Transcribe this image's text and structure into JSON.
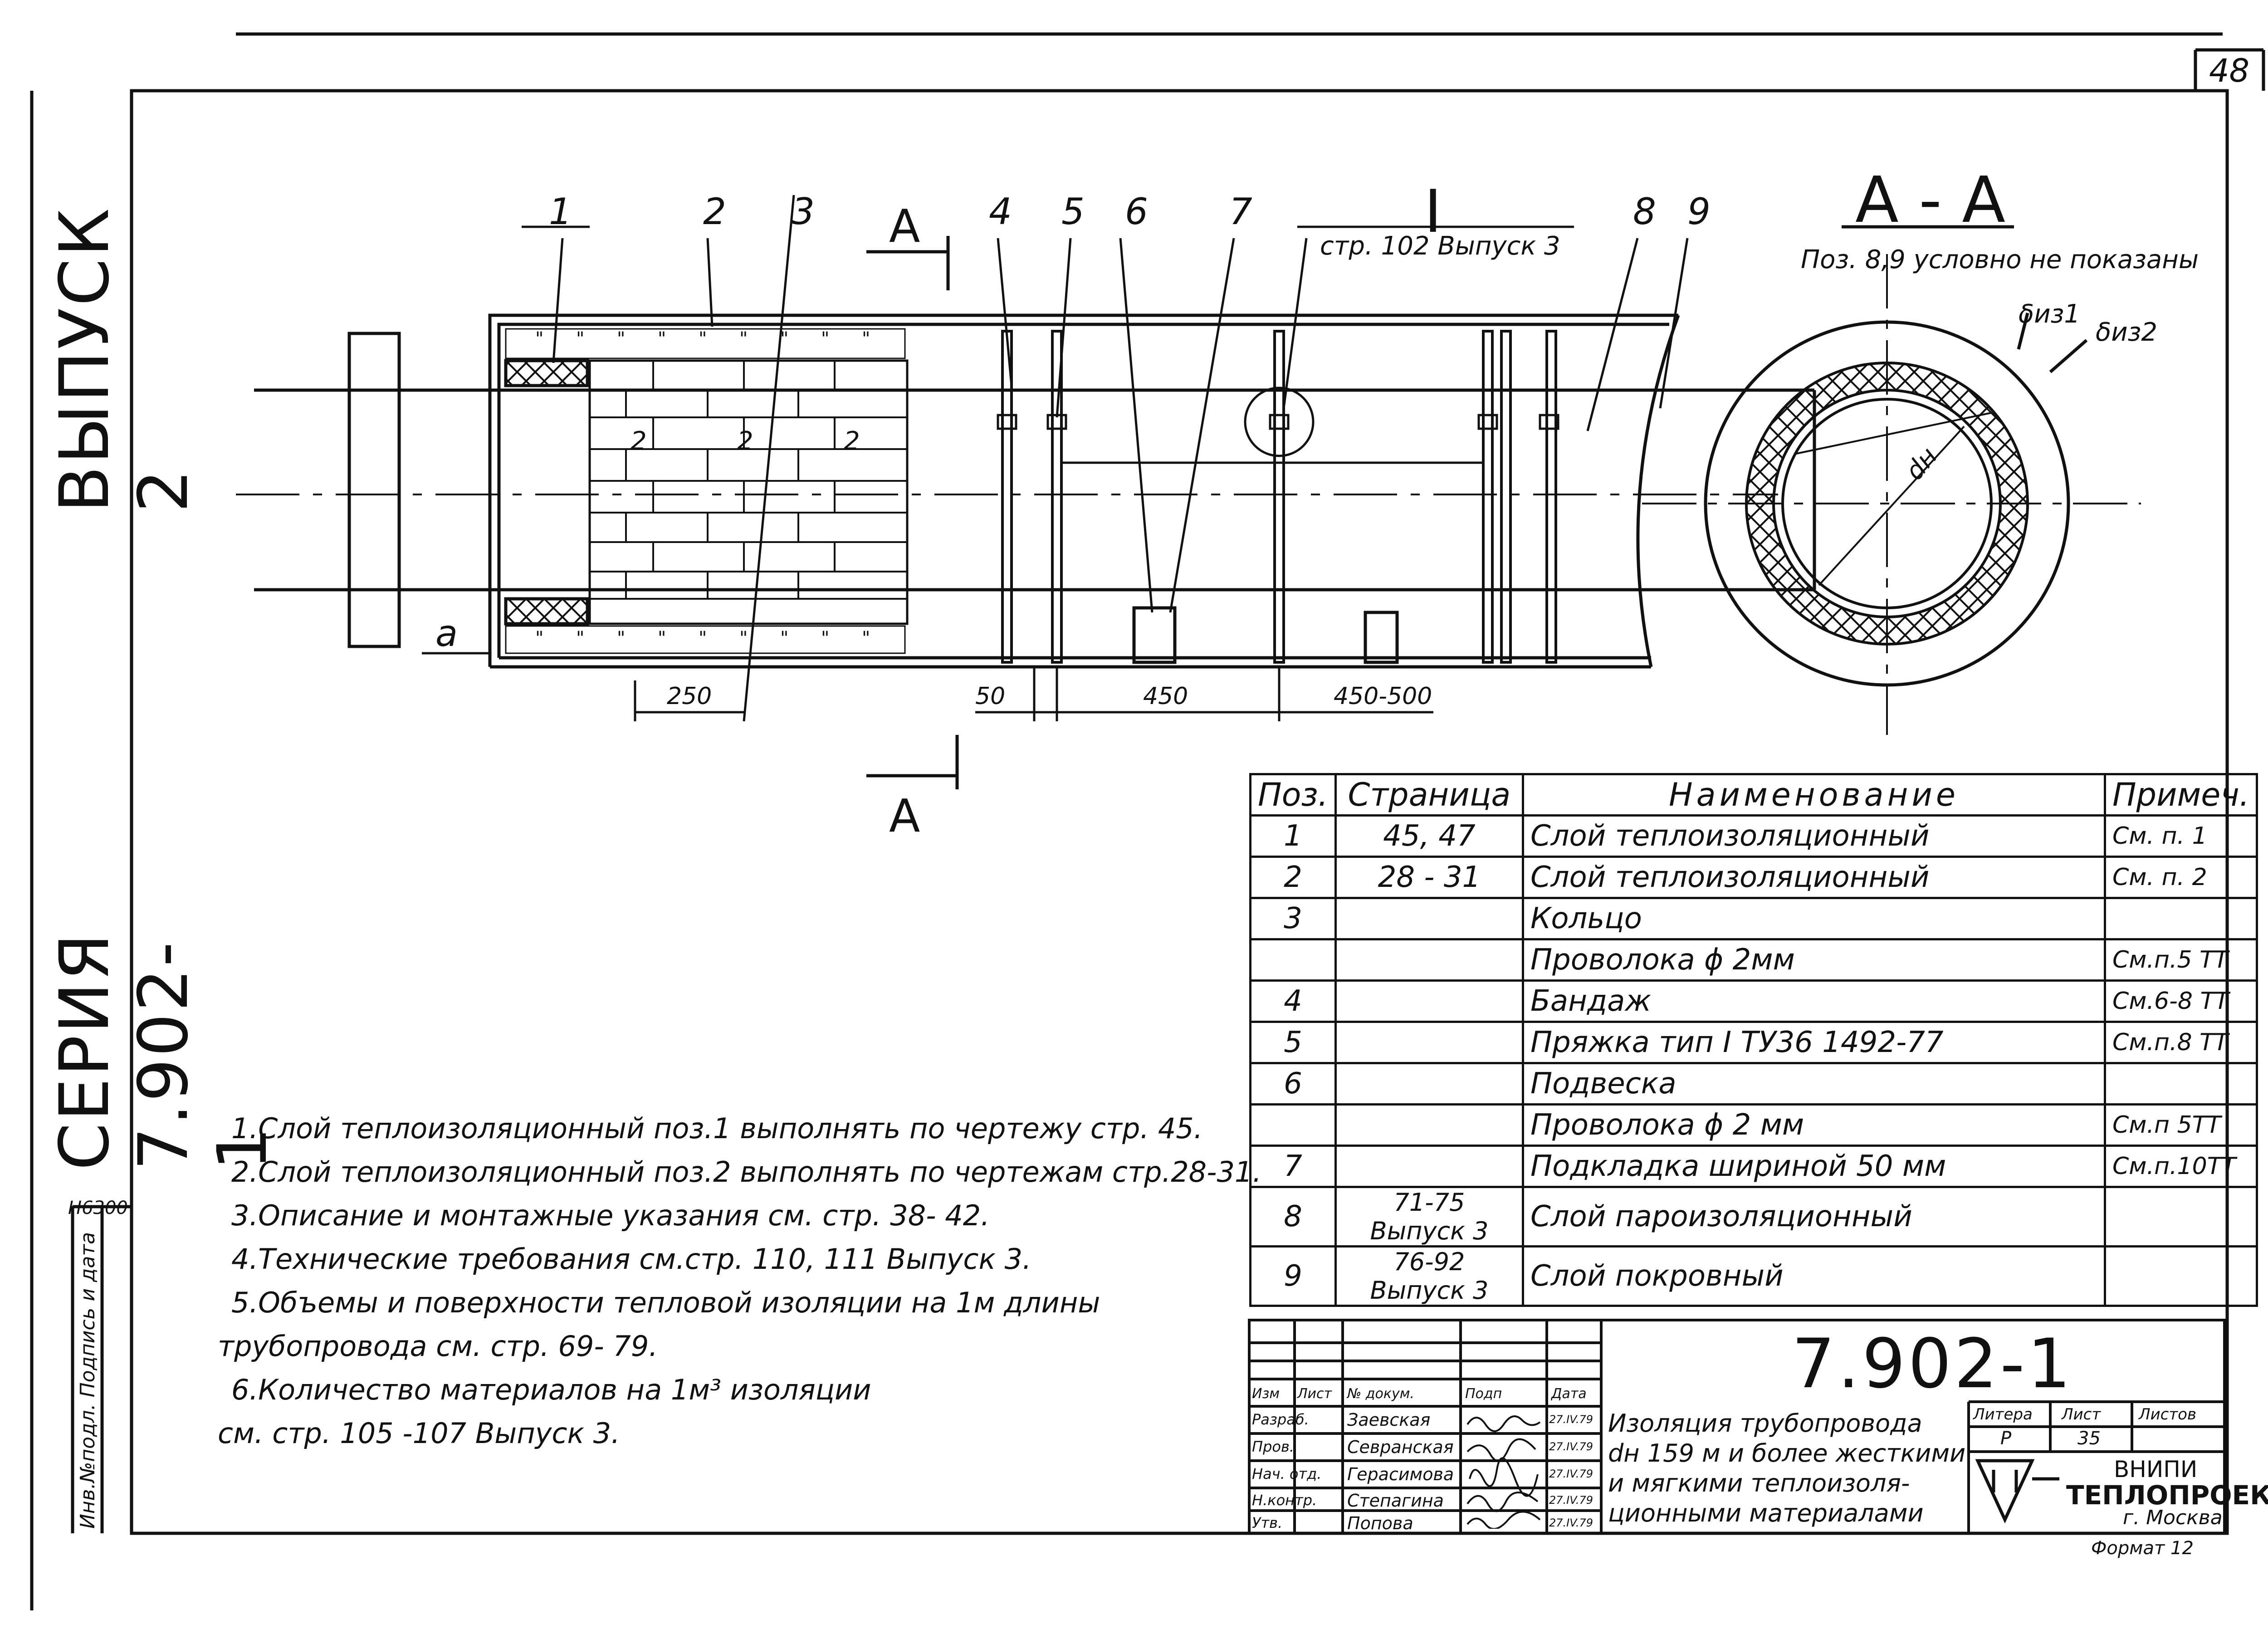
{
  "page_number": "48",
  "side_series": "СЕРИЯ 7.902-1",
  "side_issue": "ВЫПУСК 2",
  "side_box_label": "Инв.№подл. Подпись и дата",
  "side_inv_value": "Н6300",
  "drawing": {
    "callouts": [
      "1",
      "2",
      "3",
      "4",
      "5",
      "6",
      "7",
      "8",
      "9"
    ],
    "section_letter": "А",
    "detail_mark": "I",
    "detail_ref": "стр. 102 Выпуск 3",
    "dim_a": "а",
    "dims": [
      "250",
      "50",
      "450",
      "450-500"
    ],
    "layer_marks": [
      "2",
      "2",
      "2"
    ],
    "section_title": "А - А",
    "section_note": "Поз. 8,9 условно не показаны",
    "delta1": "δиз1",
    "delta2": "δиз2",
    "dn_label": "dн"
  },
  "spec_table": {
    "headers": [
      "Поз.",
      "Страница",
      "Наименование",
      "Примеч."
    ],
    "rows": [
      [
        "1",
        "45, 47",
        "Слой теплоизоляционный",
        "См. п. 1"
      ],
      [
        "2",
        "28 - 31",
        "Слой теплоизоляционный",
        "См. п. 2"
      ],
      [
        "3",
        "",
        "Кольцо",
        ""
      ],
      [
        "",
        "",
        "Проволока ϕ 2мм",
        "См.п.5 ТТ"
      ],
      [
        "4",
        "",
        "Бандаж",
        "См.6-8 ТТ"
      ],
      [
        "5",
        "",
        "Пряжка тип I ТУ36 1492-77",
        "См.п.8 ТТ"
      ],
      [
        "6",
        "",
        "Подвеска",
        ""
      ],
      [
        "",
        "",
        "Проволока ϕ 2 мм",
        "См.п 5ТТ"
      ],
      [
        "7",
        "",
        "Подкладка шириной 50 мм",
        "См.п.10ТТ"
      ],
      [
        "8",
        "71-75 Выпуск 3",
        "Слой пароизоляционный",
        ""
      ],
      [
        "9",
        "76-92 Выпуск 3",
        "Слой покровный",
        ""
      ]
    ]
  },
  "notes": [
    "1.Слой теплоизоляционный поз.1 выполнять по чертежу стр. 45.",
    "2.Слой теплоизоляционный поз.2 выполнять по чертежам стр.28-31.",
    "3.Описание и монтажные указания см. стр. 38- 42.",
    "4.Технические требования см.стр. 110, 111 Выпуск 3.",
    "5.Объемы и поверхности тепловой изоляции на 1м длины",
    "трубопровода см. стр. 69- 79.",
    "6.Количество материалов на 1м³ изоляции",
    "см. стр. 105 -107 Выпуск 3."
  ],
  "title_block": {
    "doc_number": "7.902-1",
    "col_headers": [
      "Изм",
      "Лист",
      "№ докум.",
      "Подп",
      "Дата"
    ],
    "roles": [
      "Разраб.",
      "Пров.",
      "Нач. отд.",
      "Н.контр.",
      "Утв."
    ],
    "names": [
      "Заевская",
      "Севранская",
      "Герасимова",
      "Степагина",
      "Попова"
    ],
    "dates": [
      "27.IV.79",
      "27.IV.79",
      "27.IV.79",
      "27.IV.79",
      "27.IV.79"
    ],
    "title": [
      "Изоляция трубопровода",
      "dн 159 м и более жесткими",
      "и мягкими теплоизоля-",
      "ционными материалами"
    ],
    "litera_label": "Литера",
    "sheet_label": "Лист",
    "sheets_label": "Листов",
    "litera": "Р",
    "sheet": "35",
    "org1": "ВНИПИ",
    "org2": "ТЕПЛОПРОЕКТ",
    "org3": "г. Москва"
  },
  "format": "Формат 12"
}
